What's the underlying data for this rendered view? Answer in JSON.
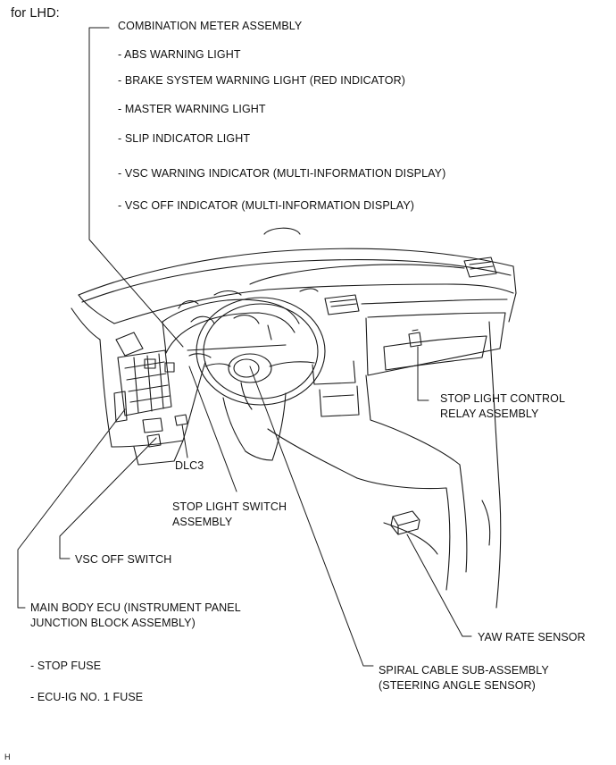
{
  "heading": "for LHD:",
  "combination_meter": {
    "title": "COMBINATION METER ASSEMBLY",
    "items": [
      "- ABS WARNING LIGHT",
      "- BRAKE SYSTEM WARNING LIGHT (RED INDICATOR)",
      "- MASTER WARNING LIGHT",
      "- SLIP INDICATOR LIGHT",
      "- VSC WARNING INDICATOR (MULTI-INFORMATION DISPLAY)",
      "- VSC OFF INDICATOR (MULTI-INFORMATION DISPLAY)"
    ]
  },
  "stop_light_relay": {
    "line1": "STOP LIGHT CONTROL",
    "line2": "RELAY ASSEMBLY"
  },
  "dlc3": "DLC3",
  "stop_light_switch": {
    "line1": "STOP LIGHT SWITCH",
    "line2": "ASSEMBLY"
  },
  "vsc_off_switch": "VSC OFF SWITCH",
  "main_body_ecu": {
    "line1": "MAIN BODY ECU (INSTRUMENT PANEL",
    "line2": "JUNCTION BLOCK ASSEMBLY)",
    "items": [
      "- STOP FUSE",
      "- ECU-IG NO. 1 FUSE"
    ]
  },
  "yaw_rate_sensor": "YAW RATE SENSOR",
  "spiral_cable": {
    "line1": "SPIRAL CABLE SUB-ASSEMBLY",
    "line2": "(STEERING ANGLE SENSOR)"
  },
  "footer_code": "H"
}
